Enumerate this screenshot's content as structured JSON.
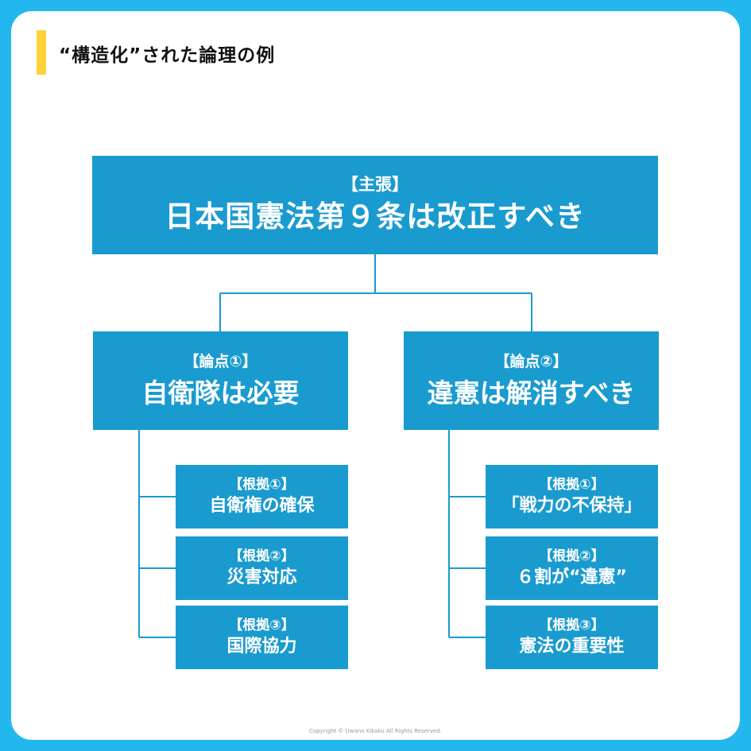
{
  "page": {
    "title": "“構造化”された論理の例"
  },
  "diagram": {
    "root": {
      "tag": "【主張】",
      "text": "日本国憲法第９条は改正すべき"
    },
    "points": [
      {
        "tag": "【論点①】",
        "text": "自衛隊は必要",
        "evidence": [
          {
            "tag": "【根拠①】",
            "text": "自衛権の確保"
          },
          {
            "tag": "【根拠②】",
            "text": "災害対応"
          },
          {
            "tag": "【根拠③】",
            "text": "国際協力"
          }
        ]
      },
      {
        "tag": "【論点②】",
        "text": "違憲は解消すべき",
        "evidence": [
          {
            "tag": "【根拠①】",
            "text": "「戦力の不保持」"
          },
          {
            "tag": "【根拠②】",
            "text": "６割が“違憲”"
          },
          {
            "tag": "【根拠③】",
            "text": "憲法の重要性"
          }
        ]
      }
    ]
  },
  "footer": {
    "copyright": "Copyright © Uwano Kikaku All Rights Reserved."
  },
  "colors": {
    "background": "#22b8ee",
    "card": "#ffffff",
    "node": "#1a9bcf",
    "accent_bar": "#ffd23c"
  }
}
